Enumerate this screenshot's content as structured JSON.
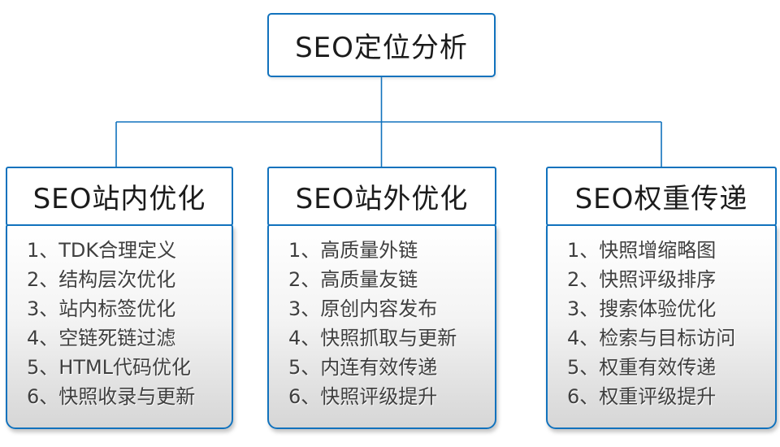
{
  "colors": {
    "accent_blue": "#1172bd",
    "list_gradient_top": "#ffffff",
    "list_gradient_bottom": "#d6d6d6",
    "header_text": "#1b1b1b",
    "list_text": "#3f3f3f"
  },
  "root": {
    "title": "SEO定位分析"
  },
  "branches": [
    {
      "title": "SEO站内优化",
      "items": [
        "1、TDK合理定义",
        "2、结构层次优化",
        "3、站内标签优化",
        "4、空链死链过滤",
        "5、HTML代码优化",
        "6、快照收录与更新"
      ]
    },
    {
      "title": "SEO站外优化",
      "items": [
        "1、高质量外链",
        "2、高质量友链",
        "3、原创内容发布",
        "4、快照抓取与更新",
        "5、内连有效传递",
        "6、快照评级提升"
      ]
    },
    {
      "title": "SEO权重传递",
      "items": [
        "1、快照增缩略图",
        "2、快照评级排序",
        "3、搜索体验优化",
        "4、检索与目标访问",
        "5、权重有效传递",
        "6、权重评级提升"
      ]
    }
  ]
}
